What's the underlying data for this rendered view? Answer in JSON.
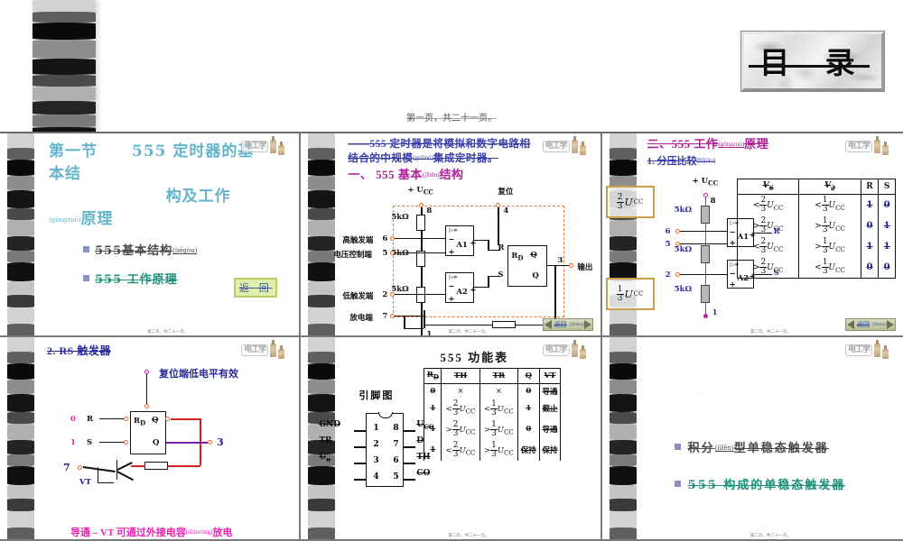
{
  "document": {
    "title_plate": "目 录",
    "page_indicator": "第一页，共二十一页。",
    "slide_footer": "第二页，共二十一页。"
  },
  "logo": {
    "mark": "电工学",
    "name": "electrical-engineering-logo"
  },
  "nav": {
    "back_label": "返回",
    "back_pinyin": "(fǎnhuí)"
  },
  "slides": [
    {
      "id": "slide-1",
      "title_part1": "第一节",
      "title_part2": "555 定时器的基",
      "title_part3": "本结",
      "title_part4": "构及工作",
      "title_pinyin": "(gōngzuò)",
      "title_part5": "原理",
      "bullets": [
        {
          "text": "555基本结构",
          "pinyin": "(jiégòu)"
        },
        {
          "text": "555 工作原理",
          "pinyin": ""
        }
      ],
      "return_button": "返 回"
    },
    {
      "id": "slide-2",
      "lead_line1": "——555 定时器是将模拟和数字电路相",
      "lead_line2": "结合的中规模",
      "lead_pinyin": "(guīmó)",
      "lead_line3": "集成定时器。",
      "heading": "一、 555 基本",
      "heading_pinyin": "(jīběn)",
      "heading_tail": "结构",
      "circuit": {
        "vcc": "+ U",
        "vcc_sub": "CC",
        "reset": "复位",
        "resistors": [
          "5kΩ",
          "5kΩ",
          "5kΩ"
        ],
        "pins": [
          "8",
          "4",
          "6",
          "5",
          "2",
          "7",
          "3",
          "1"
        ],
        "terminals": [
          {
            "pin": "6",
            "label": "高触发端"
          },
          {
            "pin": "5",
            "label": "电压控制端"
          },
          {
            "pin": "2",
            "label": "低触发端"
          },
          {
            "pin": "7",
            "label": "放电端"
          }
        ],
        "output_label": "输出",
        "amp1": "A1",
        "amp2": "A2",
        "ff_r": "R",
        "ff_s": "S",
        "ff_rd": "R",
        "ff_rd_sub": "D",
        "ff_qbar": "Q",
        "ff_q": "Q"
      }
    },
    {
      "id": "slide-3",
      "heading": "二、555 工作",
      "heading_pinyin": "(gōngzuò)",
      "heading_tail": "原理",
      "subheading": "1. 分压比较",
      "subheading_pinyin": "(bǐjiào)",
      "circuit": {
        "vcc": "+ U",
        "vcc_sub": "CC",
        "resistors": [
          "5kΩ",
          "5kΩ",
          "5kΩ"
        ],
        "pins": [
          "8",
          "6",
          "5",
          "2",
          "1"
        ],
        "amp1": "A1",
        "amp2": "A2",
        "out_r": "R",
        "out_s": "S",
        "callout_high_num": "2",
        "callout_high_den": "3",
        "callout_high_sym": "U",
        "callout_high_sub": "CC",
        "callout_low_num": "1",
        "callout_low_den": "3",
        "callout_low_sym": "U",
        "callout_low_sub": "CC"
      },
      "table": {
        "headers": [
          "V",
          "V",
          "R",
          "S"
        ],
        "header_subs": [
          "6",
          "2",
          "",
          ""
        ],
        "rows": [
          {
            "v6_cmp": "<",
            "v6_n": "2",
            "v6_d": "3",
            "v2_cmp": "<",
            "v2_n": "1",
            "v2_d": "3",
            "r": "1",
            "s": "0"
          },
          {
            "v6_cmp": ">",
            "v6_n": "2",
            "v6_d": "3",
            "v2_cmp": ">",
            "v2_n": "1",
            "v2_d": "3",
            "r": "0",
            "s": "1"
          },
          {
            "v6_cmp": "<",
            "v6_n": "2",
            "v6_d": "3",
            "v2_cmp": ">",
            "v2_n": "1",
            "v2_d": "3",
            "r": "1",
            "s": "1"
          },
          {
            "v6_cmp": ">",
            "v6_n": "2",
            "v6_d": "3",
            "v2_cmp": "<",
            "v2_n": "1",
            "v2_d": "3",
            "r": "0",
            "s": "0"
          }
        ],
        "ucc": "U",
        "ucc_sub": "CC"
      }
    },
    {
      "id": "slide-4",
      "heading": "2. RS 触发器",
      "note": "复位端低电平有效",
      "in_r_val": "0",
      "in_r": "R",
      "in_s_val": "1",
      "in_s": "S",
      "pin7": "7",
      "pin3": "3",
      "vt": "VT",
      "ff_rd": "R",
      "ff_rd_sub": "D",
      "ff_qbar": "Q",
      "ff_q": "Q",
      "footer": "导通 – VT 可通过外接电容",
      "footer_pinyin": "(diànróng)",
      "footer_tail": "放电"
    },
    {
      "id": "slide-5",
      "heading": "555 功能表",
      "pin_heading": "引脚图",
      "pins_left": [
        {
          "num": "1",
          "label": "GND"
        },
        {
          "num": "2",
          "label": "TR"
        },
        {
          "num": "3",
          "label": "U",
          "sub": "o"
        },
        {
          "num": "4",
          "label": "R",
          "sub": "D"
        }
      ],
      "pins_right": [
        {
          "num": "8",
          "label": "U",
          "sub": "CC"
        },
        {
          "num": "7",
          "label": "D",
          "sub": ""
        },
        {
          "num": "6",
          "label": "TH",
          "sub": ""
        },
        {
          "num": "5",
          "label": "CO",
          "sub": ""
        }
      ],
      "table": {
        "headers": [
          "R",
          "TH",
          "TR",
          "Q",
          "VT"
        ],
        "header_sub": "D",
        "ucc": "U",
        "ucc_sub": "CC",
        "rows": [
          {
            "rd": "0",
            "th_cmp": "",
            "th_n": "",
            "th_d": "",
            "th_x": "×",
            "tr_cmp": "",
            "tr_n": "",
            "tr_d": "",
            "tr_x": "×",
            "q": "0",
            "vt": "导通"
          },
          {
            "rd": "1",
            "th_cmp": "<",
            "th_n": "2",
            "th_d": "3",
            "th_x": "",
            "tr_cmp": "<",
            "tr_n": "1",
            "tr_d": "3",
            "tr_x": "",
            "q": "1",
            "vt": "截止"
          },
          {
            "rd": "1",
            "th_cmp": ">",
            "th_n": "2",
            "th_d": "3",
            "th_x": "",
            "tr_cmp": ">",
            "tr_n": "1",
            "tr_d": "3",
            "tr_x": "",
            "q": "0",
            "vt": "导通"
          },
          {
            "rd": "1",
            "th_cmp": "<",
            "th_n": "2",
            "th_d": "3",
            "th_x": "",
            "tr_cmp": ">",
            "tr_n": "1",
            "tr_d": "3",
            "tr_x": "",
            "q": "保持",
            "vt": "保持"
          }
        ]
      }
    },
    {
      "id": "slide-6",
      "bullets": [
        {
          "text": "积分",
          "pinyin": "(jīfēn)",
          "tail": "型单稳态触发器"
        },
        {
          "text": "555 构成的单稳态触发器",
          "pinyin": "",
          "tail": ""
        }
      ]
    }
  ],
  "colors": {
    "heading_teal": "#64b4cc",
    "heading_magenta": "#b0219a",
    "heading_blue": "#3a3ea8",
    "bullet_green": "#1f8f7a",
    "pink": "#ee1fb5",
    "node_orange": "#e06a2a",
    "callout_gold": "#c8a04a"
  }
}
